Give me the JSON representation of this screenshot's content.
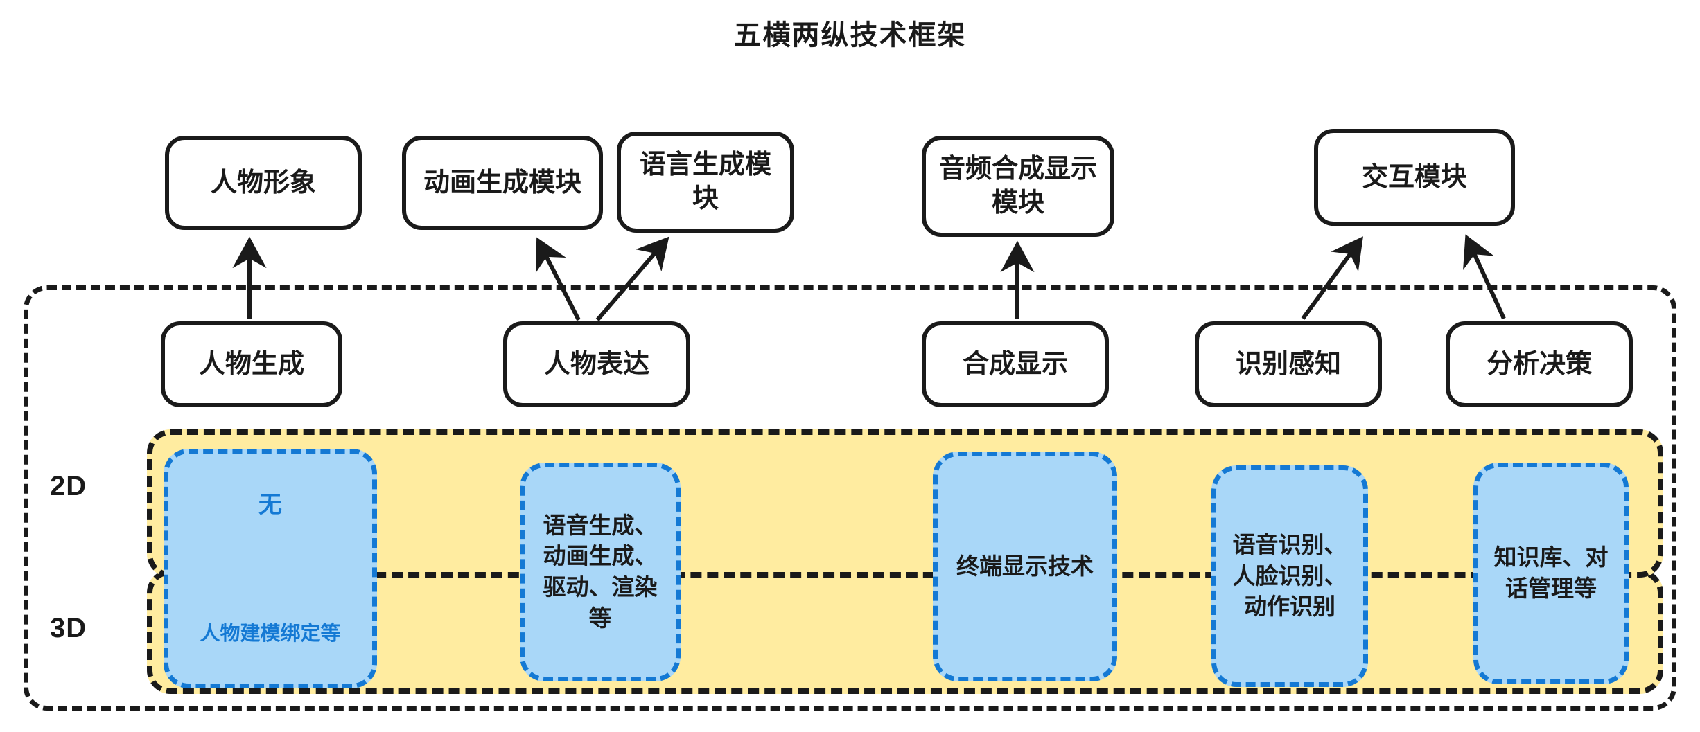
{
  "title": "五横两纵技术框架",
  "top_modules": [
    {
      "label": "人物形象"
    },
    {
      "label": "动画生成模块"
    },
    {
      "label": "语言生成模块"
    },
    {
      "label": "音频合成显示\n模块"
    },
    {
      "label": "交互模块"
    }
  ],
  "capability_layers": [
    {
      "label": "人物生成"
    },
    {
      "label": "人物表达"
    },
    {
      "label": "合成显示"
    },
    {
      "label": "识别感知"
    },
    {
      "label": "分析决策"
    }
  ],
  "dimension_rows": [
    {
      "label": "2D"
    },
    {
      "label": "3D"
    }
  ],
  "tech_boxes": [
    {
      "top_label": "无",
      "bottom_label": "人物建模绑定等",
      "split": true
    },
    {
      "label": "语音生成、\n动画生成、\n驱动、渲染\n等",
      "split": false
    },
    {
      "label": "终端显示技术",
      "split": false
    },
    {
      "label": "语音识别、\n人脸识别、\n动作识别",
      "split": false
    },
    {
      "label": "知识库、对\n话管理等",
      "split": false
    }
  ],
  "colors": {
    "band_fill": "#ffeca0",
    "tech_fill": "#a9d7f8",
    "tech_border": "#1479d4",
    "outline": "#1a1a1a",
    "accent_text": "#1479d4"
  }
}
